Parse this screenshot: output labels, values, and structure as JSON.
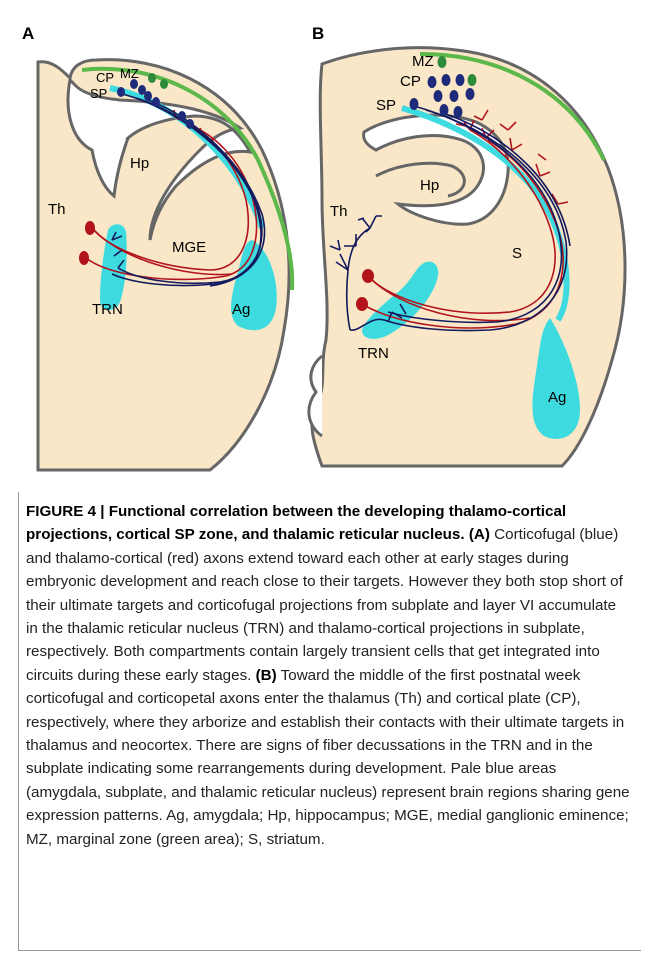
{
  "panels": [
    {
      "letter": "A",
      "labels": {
        "mz": "MZ",
        "cp": "CP",
        "sp": "SP",
        "hp": "Hp",
        "th": "Th",
        "mge": "MGE",
        "trn": "TRN",
        "ag": "Ag"
      }
    },
    {
      "letter": "B",
      "labels": {
        "mz": "MZ",
        "cp": "CP",
        "sp": "SP",
        "hp": "Hp",
        "th": "Th",
        "s": "S",
        "trn": "TRN",
        "ag": "Ag"
      }
    }
  ],
  "colors": {
    "tissue": "#f9e7c8",
    "outline": "#666666",
    "pale_blue_region": "#3ddbe0",
    "corticofugal_axon": "#141a5e",
    "thalamocortical_axon": "#b3141b",
    "marginal_zone": "#5cb84a",
    "cell_blue": "#1e2a7a",
    "cell_green": "#2e8b3a"
  },
  "caption": {
    "title": "FIGURE 4 | Functional correlation between the developing thalamo-cortical projections, cortical SP zone, and thalamic reticular nucleus.",
    "a_label": "(A)",
    "a_text": "Corticofugal (blue) and thalamo-cortical (red) axons extend toward each other at early stages during embryonic development and reach close to their targets. However they both stop short of their ultimate targets and corticofugal projections from subplate and layer VI accumulate in the thalamic reticular nucleus (TRN) and thalamo-cortical projections in subplate, respectively. Both compartments contain largely transient cells that get integrated into circuits during these early stages.",
    "b_label": "(B)",
    "b_text": "Toward the middle of the first postnatal week corticofugal and corticopetal axons enter the thalamus (Th) and cortical plate (CP), respectively, where they arborize and establish their contacts with their ultimate targets in thalamus and neocortex. There are signs of fiber decussations in the TRN and in the subplate indicating some rearrangements during development. Pale blue areas (amygdala, subplate, and thalamic reticular nucleus) represent brain regions sharing gene expression patterns. Ag, amygdala; Hp, hippocampus; MGE, medial ganglionic eminence; MZ, marginal zone (green area); S, striatum."
  }
}
